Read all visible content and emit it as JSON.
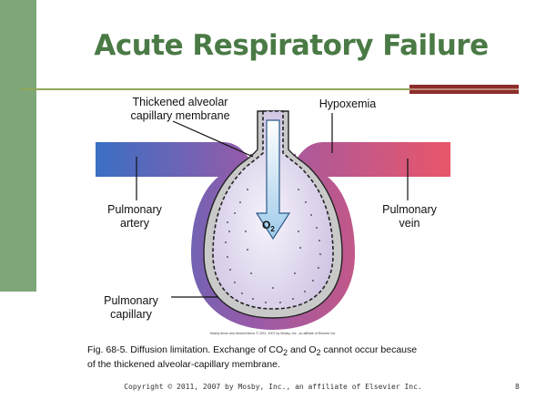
{
  "slide": {
    "title": "Acute Respiratory Failure",
    "footer": "Copyright © 2011, 2007 by Mosby, Inc., an affiliate of Elsevier Inc.",
    "page_number": "8"
  },
  "diagram": {
    "labels": {
      "membrane_line1": "Thickened alveolar",
      "membrane_line2": "capillary membrane",
      "hypoxemia": "Hypoxemia",
      "artery_line1": "Pulmonary",
      "artery_line2": "artery",
      "vein_line1": "Pulmonary",
      "vein_line2": "vein",
      "capillary_line1": "Pulmonary",
      "capillary_line2": "capillary",
      "oxygen": "O",
      "oxygen_sub": "2"
    },
    "credit": "Mosby items and derived items © 2011, 2007 by Mosby, Inc., an affiliate of Elsevier Inc.",
    "colors": {
      "artery": "#3a6fc4",
      "vein": "#e05a6e",
      "alveolus": "#d8d0ea",
      "arrow": "#9fcbea"
    }
  },
  "caption": {
    "part1": "Fig. 68-5. Diffusion limitation. Exchange of CO",
    "sub1": "2",
    "part2": " and O",
    "sub2": "2",
    "part3": " cannot occur because",
    "line2": "of the thickened alveolar-capillary membrane."
  }
}
